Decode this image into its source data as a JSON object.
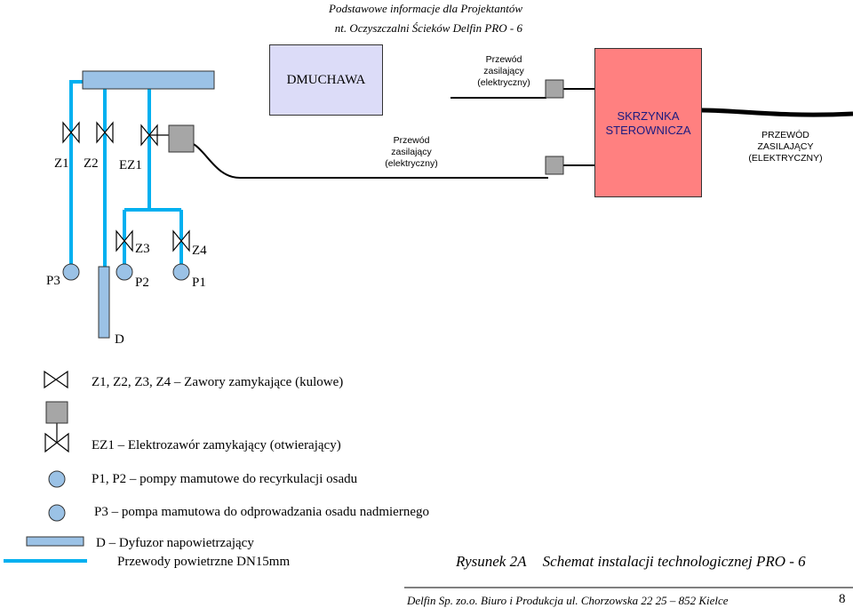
{
  "header": {
    "line1": "Podstawowe informacje dla Projektantów",
    "line2": "nt. Oczyszczalni Ścieków Delfin PRO - 6"
  },
  "diagram": {
    "blower": "DMUCHAWA",
    "control_box": {
      "line1": "SKRZYNKA",
      "line2": "STEROWNICZA"
    },
    "power_cable_top": {
      "line1": "Przewód",
      "line2": "zasilający",
      "line3": "(elektryczny)"
    },
    "power_cable_mid": {
      "line1": "Przewód",
      "line2": "zasilający",
      "line3": "(elektryczny)"
    },
    "power_supply": {
      "line1": "PRZEWÓD",
      "line2": "ZASILAJĄCY",
      "line3": "(ELEKTRYCZNY)"
    },
    "labels": {
      "z1": "Z1",
      "z2": "Z2",
      "ez1": "EZ1",
      "z3": "Z3",
      "z4": "Z4",
      "p3": "P3",
      "p2": "P2",
      "p1": "P1",
      "d": "D"
    },
    "colors": {
      "pipe": "#00b0f0",
      "blower_fill": "#dcdcf8",
      "control_fill": "#ff8080",
      "pump_fill": "#9bc2e6",
      "valve_fill": "#a6a6a6",
      "diffuser_fill": "#9bc2e6"
    }
  },
  "legend": {
    "valves": "Z1, Z2, Z3, Z4 – Zawory zamykające (kulowe)",
    "solenoid": "EZ1 – Elektrozawór zamykający (otwierający)",
    "pumps": "P1, P2 – pompy mamutowe do recyrkulacji osadu",
    "sludge_pump": "P3 – pompa mamutowa do odprowadzania osadu nadmiernego",
    "diffuser": "D – Dyfuzor napowietrzający",
    "air_pipes": "Przewody powietrzne DN15mm"
  },
  "caption": {
    "figure": "Rysunek 2A",
    "title": "Schemat instalacji technologicznej PRO - 6"
  },
  "footer": {
    "company": "Delfin Sp. zo.o. Biuro i Produkcja ul. Chorzowska 22 25 – 852 Kielce",
    "page": "8"
  }
}
